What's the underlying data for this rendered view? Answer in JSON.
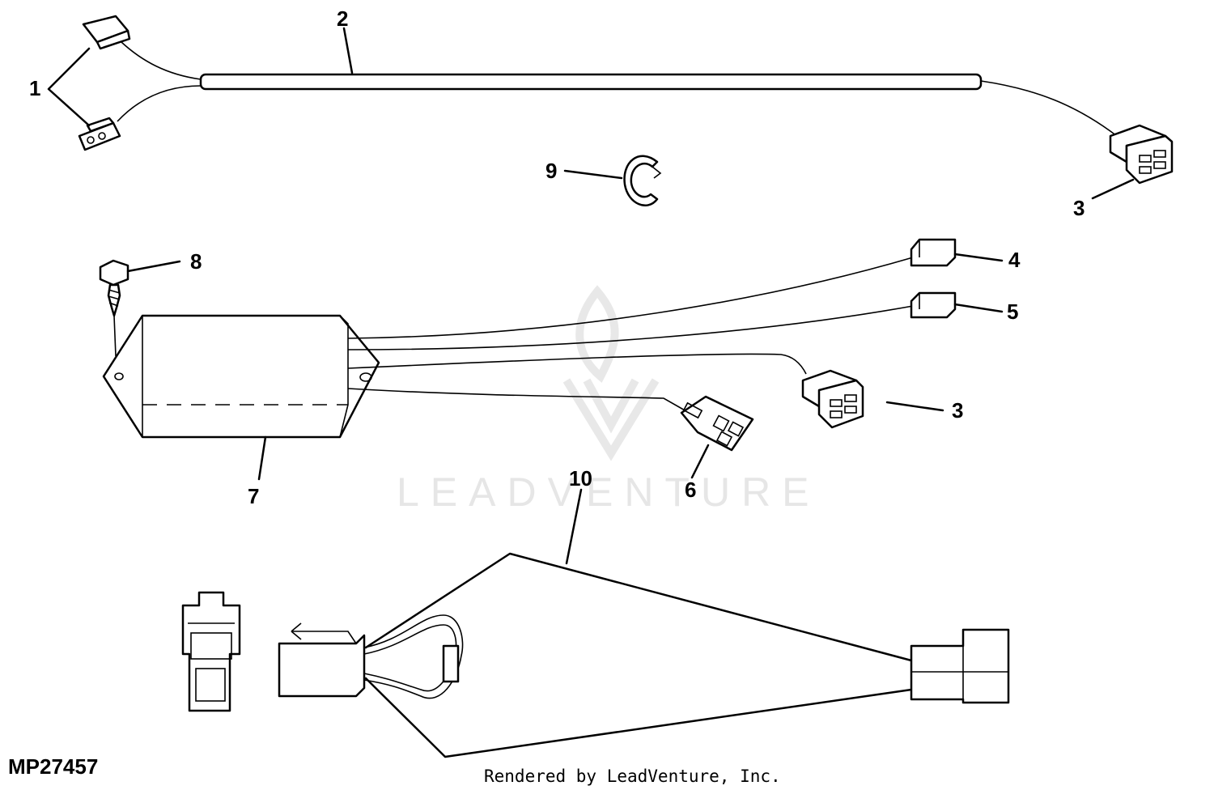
{
  "diagram": {
    "code": "MP27457",
    "footer": "Rendered by LeadVenture, Inc.",
    "watermark": "LEADVENTURE",
    "callouts": {
      "c1": "1",
      "c2": "2",
      "c3a": "3",
      "c3b": "3",
      "c4": "4",
      "c5": "5",
      "c6": "6",
      "c7": "7",
      "c8": "8",
      "c9": "9",
      "c10": "10"
    }
  }
}
